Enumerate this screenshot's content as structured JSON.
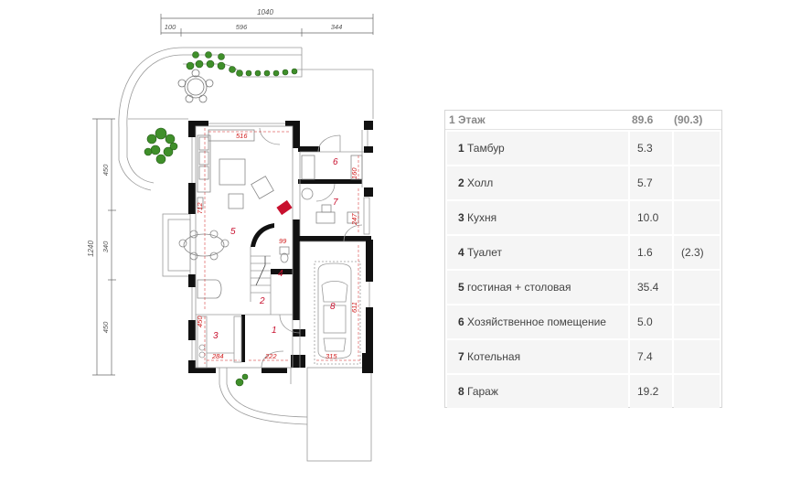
{
  "plan": {
    "overall_width_dim": "1040",
    "segment_dims": [
      "100",
      "596",
      "344"
    ],
    "overall_height_dim": "1240",
    "side_dims": [
      "450",
      "340",
      "450"
    ],
    "room_numbers": [
      "1",
      "2",
      "3",
      "4",
      "5",
      "6",
      "7",
      "8"
    ],
    "interior_dims": [
      "516",
      "712",
      "450",
      "284",
      "222",
      "99",
      "160",
      "247",
      "611",
      "315"
    ],
    "colors": {
      "wall": "#111111",
      "line": "#9a9a9a",
      "dim_red": "#d01a1a",
      "room_red": "#c8102e",
      "plant": "#3f8f2a"
    }
  },
  "table": {
    "header": {
      "label": "1 Этаж",
      "area": "89.6",
      "area_alt": "(90.3)"
    },
    "rows": [
      {
        "num": "1",
        "name": "Тамбур",
        "area": "5.3",
        "alt": ""
      },
      {
        "num": "2",
        "name": "Холл",
        "area": "5.7",
        "alt": ""
      },
      {
        "num": "3",
        "name": "Кухня",
        "area": "10.0",
        "alt": ""
      },
      {
        "num": "4",
        "name": "Туалет",
        "area": "1.6",
        "alt": "(2.3)"
      },
      {
        "num": "5",
        "name": "гостиная + столовая",
        "area": "35.4",
        "alt": ""
      },
      {
        "num": "6",
        "name": "Хозяйственное помещение",
        "area": "5.0",
        "alt": ""
      },
      {
        "num": "7",
        "name": "Котельная",
        "area": "7.4",
        "alt": ""
      },
      {
        "num": "8",
        "name": "Гараж",
        "area": "19.2",
        "alt": ""
      }
    ]
  }
}
